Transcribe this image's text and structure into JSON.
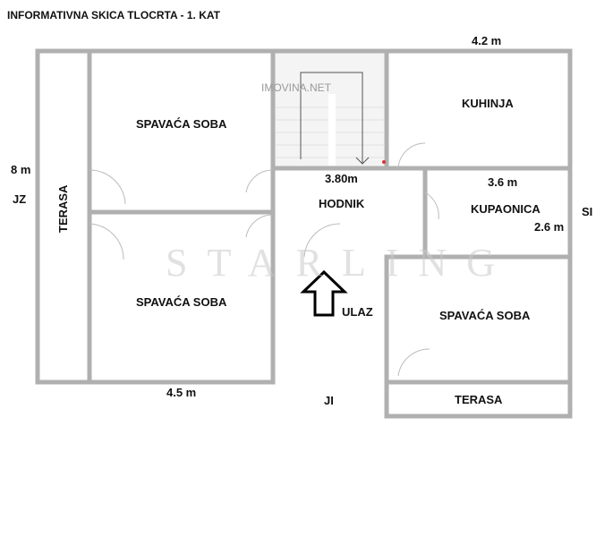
{
  "title": "INFORMATIVNA SKICA TLOCRTA -  1. KAT",
  "dimensions": {
    "top_width": "4.2 m",
    "left_height": "8 m",
    "stair_width": "3.80m",
    "bath_width": "3.6 m",
    "bath_height": "2.6 m",
    "bottom_width": "4.5 m"
  },
  "orientation": {
    "jz": "JZ",
    "si": "SI",
    "ji": "JI"
  },
  "rooms": {
    "terasa_left": "TERASA",
    "bedroom1": "SPAVAĆA SOBA",
    "bedroom2": "SPAVAĆA SOBA",
    "kitchen": "KUHINJA",
    "hall": "HODNIK",
    "bathroom": "KUPAONICA",
    "bedroom3": "SPAVAĆA SOBA",
    "terasa_bottom": "TERASA"
  },
  "entrance": "ULAZ",
  "watermarks": {
    "imovina": "IMOVINA.NET",
    "starling": "STARLING"
  },
  "colors": {
    "wall": "#b0b0b0"
  }
}
